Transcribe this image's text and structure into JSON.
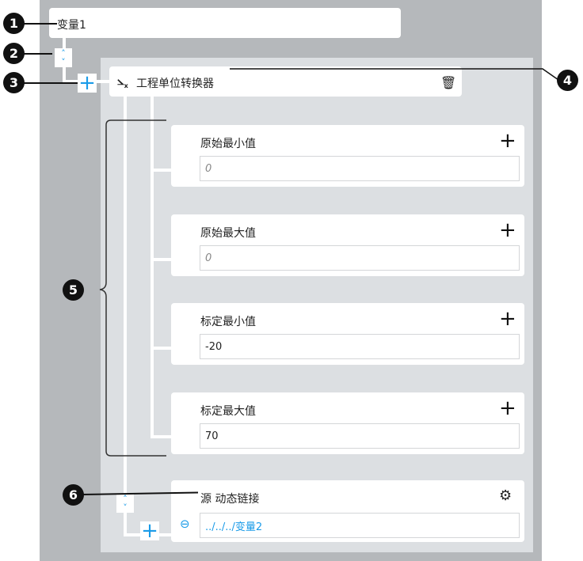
{
  "variable": {
    "name": "变量1"
  },
  "converter": {
    "title": "工程单位转换器",
    "icon": "scale-axis-icon",
    "delete_icon": "trash-icon"
  },
  "fields": [
    {
      "label": "原始最小值",
      "value": "0",
      "is_placeholder": true
    },
    {
      "label": "原始最大值",
      "value": "0",
      "is_placeholder": true
    },
    {
      "label": "标定最小值",
      "value": "-20",
      "is_placeholder": false
    },
    {
      "label": "标定最大值",
      "value": "70",
      "is_placeholder": false
    }
  ],
  "source": {
    "label": "源 动态链接",
    "value": "../../../变量2",
    "icon": "link-icon",
    "settings_icon": "gear-icon"
  },
  "callouts": [
    "1",
    "2",
    "3",
    "4",
    "5",
    "6"
  ],
  "colors": {
    "accent": "#1a9be8",
    "outer_bg": "#b5b8bb",
    "inner_bg": "#dcdfe2"
  }
}
